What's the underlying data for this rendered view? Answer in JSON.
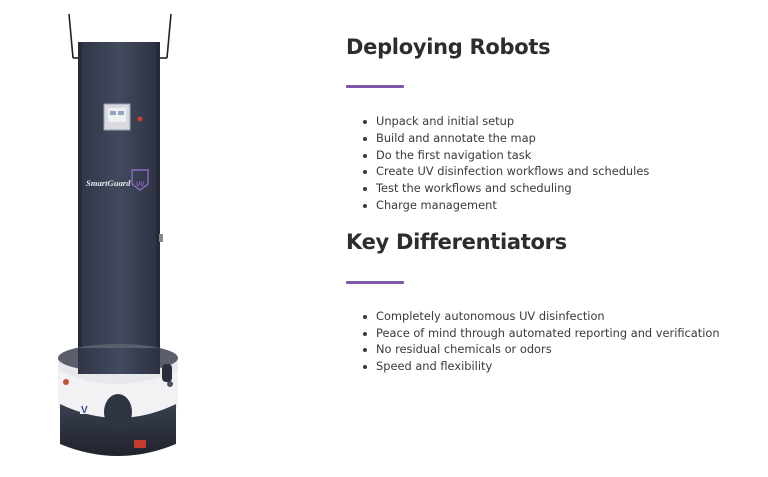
{
  "robot": {
    "brand_logo_text": "SmartGuard UV",
    "base_logo": "V"
  },
  "sections": [
    {
      "title": "Deploying Robots",
      "items": [
        "Unpack and initial setup",
        "Build and annotate the map",
        "Do the first navigation task",
        "Create UV disinfection workflows and schedules",
        "Test the workflows and scheduling",
        "Charge management"
      ]
    },
    {
      "title": "Key Differentiators",
      "items": [
        "Completely autonomous UV disinfection",
        "Peace of mind through automated reporting and verification",
        "No residual chemicals or odors",
        "Speed and flexibility"
      ]
    }
  ],
  "colors": {
    "accent_divider": "#7d58a8",
    "robot_body": "#3b4254",
    "robot_base": "#2a2f3c"
  }
}
